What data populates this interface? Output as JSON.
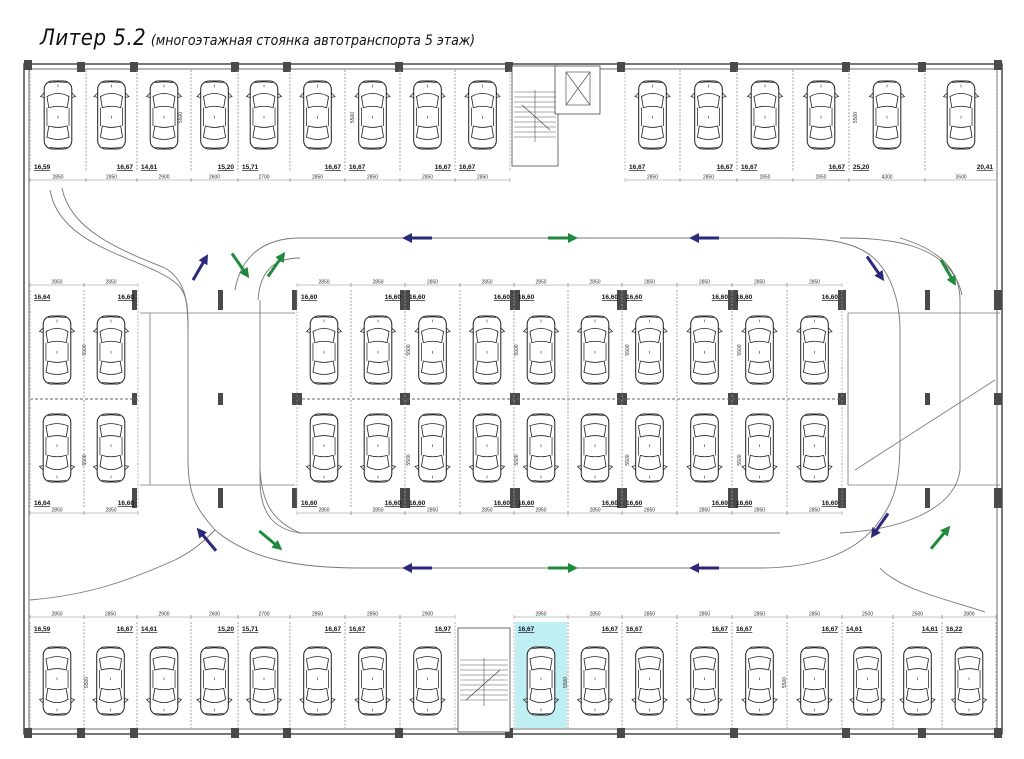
{
  "title": {
    "main": "Литер 5.2",
    "sub": "(многоэтажная стоянка автотранспорта 5 этаж)"
  },
  "colors": {
    "wall": "#4a4a4a",
    "line": "#777777",
    "arrow_blue": "#2b2a7a",
    "arrow_green": "#1f8a3c",
    "highlight": "#bfeef3"
  },
  "top_left_row": {
    "areas": [
      "16,59",
      "16,67",
      "14,61",
      "15,20",
      "15,71",
      "16,67",
      "16,67",
      "16,67",
      "16,67"
    ],
    "widths": [
      "2850",
      "2850",
      "2900",
      "2600",
      "2700",
      "2850",
      "2850",
      "2850",
      "2850"
    ]
  },
  "top_right_row": {
    "areas": [
      "16,67",
      "16,67",
      "16,67",
      "16,67",
      "25,20",
      "20,41"
    ],
    "widths": [
      "2850",
      "2850",
      "2850",
      "2850",
      "4300",
      "3500"
    ]
  },
  "left_block": {
    "top_areas": [
      "16,64",
      "16,60"
    ],
    "bottom_areas": [
      "16,64",
      "16,60"
    ],
    "widths": [
      "2850",
      "2850"
    ],
    "depth": "5500"
  },
  "center_block": {
    "top_areas": [
      "16,60",
      "16,60",
      "16,60",
      "16,60",
      "16,60",
      "16,60",
      "16,60",
      "16,60",
      "16,60",
      "16,60"
    ],
    "bottom_areas": [
      "16,60",
      "16,60",
      "16,60",
      "16,60",
      "16,60",
      "16,60",
      "16,60",
      "16,60",
      "16,60",
      "16,60"
    ],
    "widths": [
      "2850",
      "2850",
      "2850",
      "2850",
      "2850",
      "2850",
      "2850",
      "2850",
      "2850",
      "2850"
    ],
    "depth": "5500"
  },
  "bottom_left_row": {
    "areas": [
      "16,59",
      "16,67",
      "14,61",
      "15,20",
      "15,71",
      "16,67",
      "16,67",
      "16,97"
    ],
    "widths": [
      "2850",
      "2850",
      "2900",
      "2600",
      "2700",
      "2850",
      "2850",
      "2900"
    ]
  },
  "bottom_right_row": {
    "areas": [
      "16,67",
      "16,67",
      "16,67",
      "16,67",
      "16,67",
      "16,67",
      "14,61",
      "14,61",
      "16,22"
    ],
    "widths": [
      "2850",
      "2850",
      "2850",
      "2850",
      "2850",
      "2850",
      "2500",
      "2500",
      "2800"
    ],
    "highlighted_index": 0
  },
  "depth_label": "5500"
}
